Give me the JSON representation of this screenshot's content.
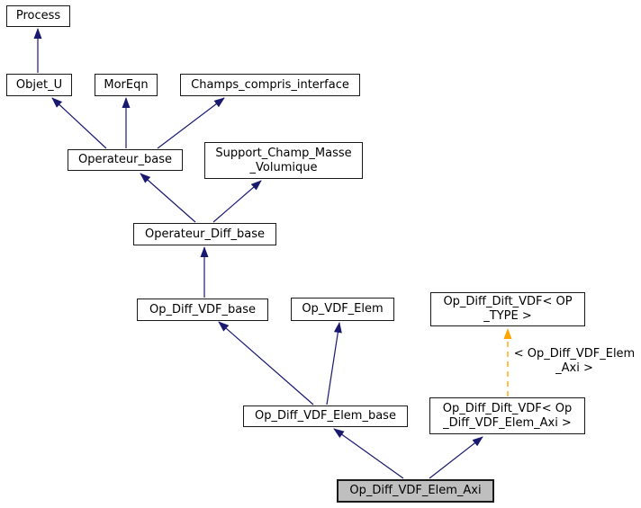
{
  "nodes": {
    "process": {
      "lines": [
        "Process"
      ]
    },
    "objet_u": {
      "lines": [
        "Objet_U"
      ]
    },
    "moreqn": {
      "lines": [
        "MorEqn"
      ]
    },
    "champs_compris_interface": {
      "lines": [
        "Champs_compris_interface"
      ]
    },
    "operateur_base": {
      "lines": [
        "Operateur_base"
      ]
    },
    "support_champ_masse_volumique": {
      "lines": [
        "Support_Champ_Masse",
        "_Volumique"
      ]
    },
    "operateur_diff_base": {
      "lines": [
        "Operateur_Diff_base"
      ]
    },
    "op_diff_vdf_base": {
      "lines": [
        "Op_Diff_VDF_base"
      ]
    },
    "op_vdf_elem": {
      "lines": [
        "Op_VDF_Elem"
      ]
    },
    "op_diff_dift_vdf_op_type": {
      "lines": [
        "Op_Diff_Dift_VDF< OP",
        "_TYPE >"
      ]
    },
    "op_diff_vdf_elem_base": {
      "lines": [
        "Op_Diff_VDF_Elem_base"
      ]
    },
    "op_diff_dift_vdf_elem_axi": {
      "lines": [
        "Op_Diff_Dift_VDF< Op",
        "_Diff_VDF_Elem_Axi >"
      ]
    },
    "op_diff_vdf_elem_axi": {
      "lines": [
        "Op_Diff_VDF_Elem_Axi"
      ]
    }
  },
  "template_edge_label": {
    "lines": [
      "< Op_Diff_VDF_Elem",
      "_Axi >"
    ]
  },
  "colors": {
    "inheritance_arrow": "#191970",
    "template_instantiation_arrow": "#ffa500",
    "node_fill": "#ffffff",
    "selected_node_fill": "#bfbfbf",
    "node_border": "#1a1a1a",
    "background": "#ffffff"
  }
}
